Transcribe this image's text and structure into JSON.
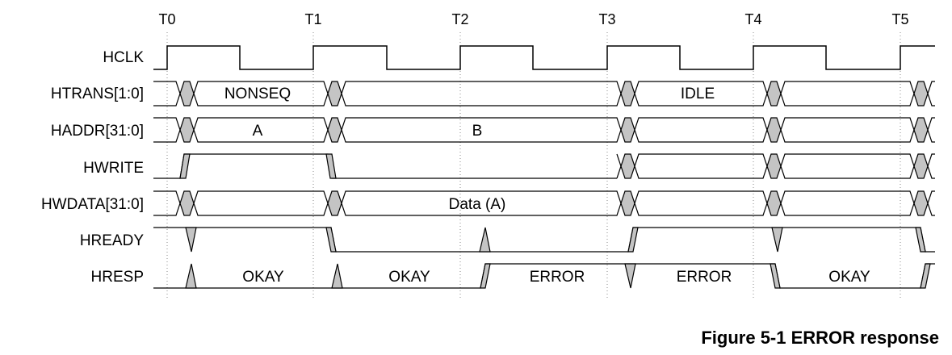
{
  "figure": {
    "caption": "Figure 5-1 ERROR response",
    "time_markers": [
      "T0",
      "T1",
      "T2",
      "T3",
      "T4",
      "T5"
    ],
    "colors": {
      "line": "#000000",
      "transition_fill": "#c4c4c4",
      "guide": "#888888"
    }
  },
  "signals": [
    {
      "name": "HCLK",
      "kind": "clock",
      "labels": []
    },
    {
      "name": "HTRANS[1:0]",
      "kind": "bus",
      "labels": [
        "NONSEQ",
        "IDLE"
      ]
    },
    {
      "name": "HADDR[31:0]",
      "kind": "bus",
      "labels": [
        "A",
        "B"
      ]
    },
    {
      "name": "HWRITE",
      "kind": "control",
      "labels": []
    },
    {
      "name": "HWDATA[31:0]",
      "kind": "bus",
      "labels": [
        "Data (A)"
      ]
    },
    {
      "name": "HREADY",
      "kind": "control",
      "labels": []
    },
    {
      "name": "HRESP",
      "kind": "control",
      "labels": [
        "OKAY",
        "OKAY",
        "ERROR",
        "ERROR",
        "OKAY"
      ]
    }
  ]
}
